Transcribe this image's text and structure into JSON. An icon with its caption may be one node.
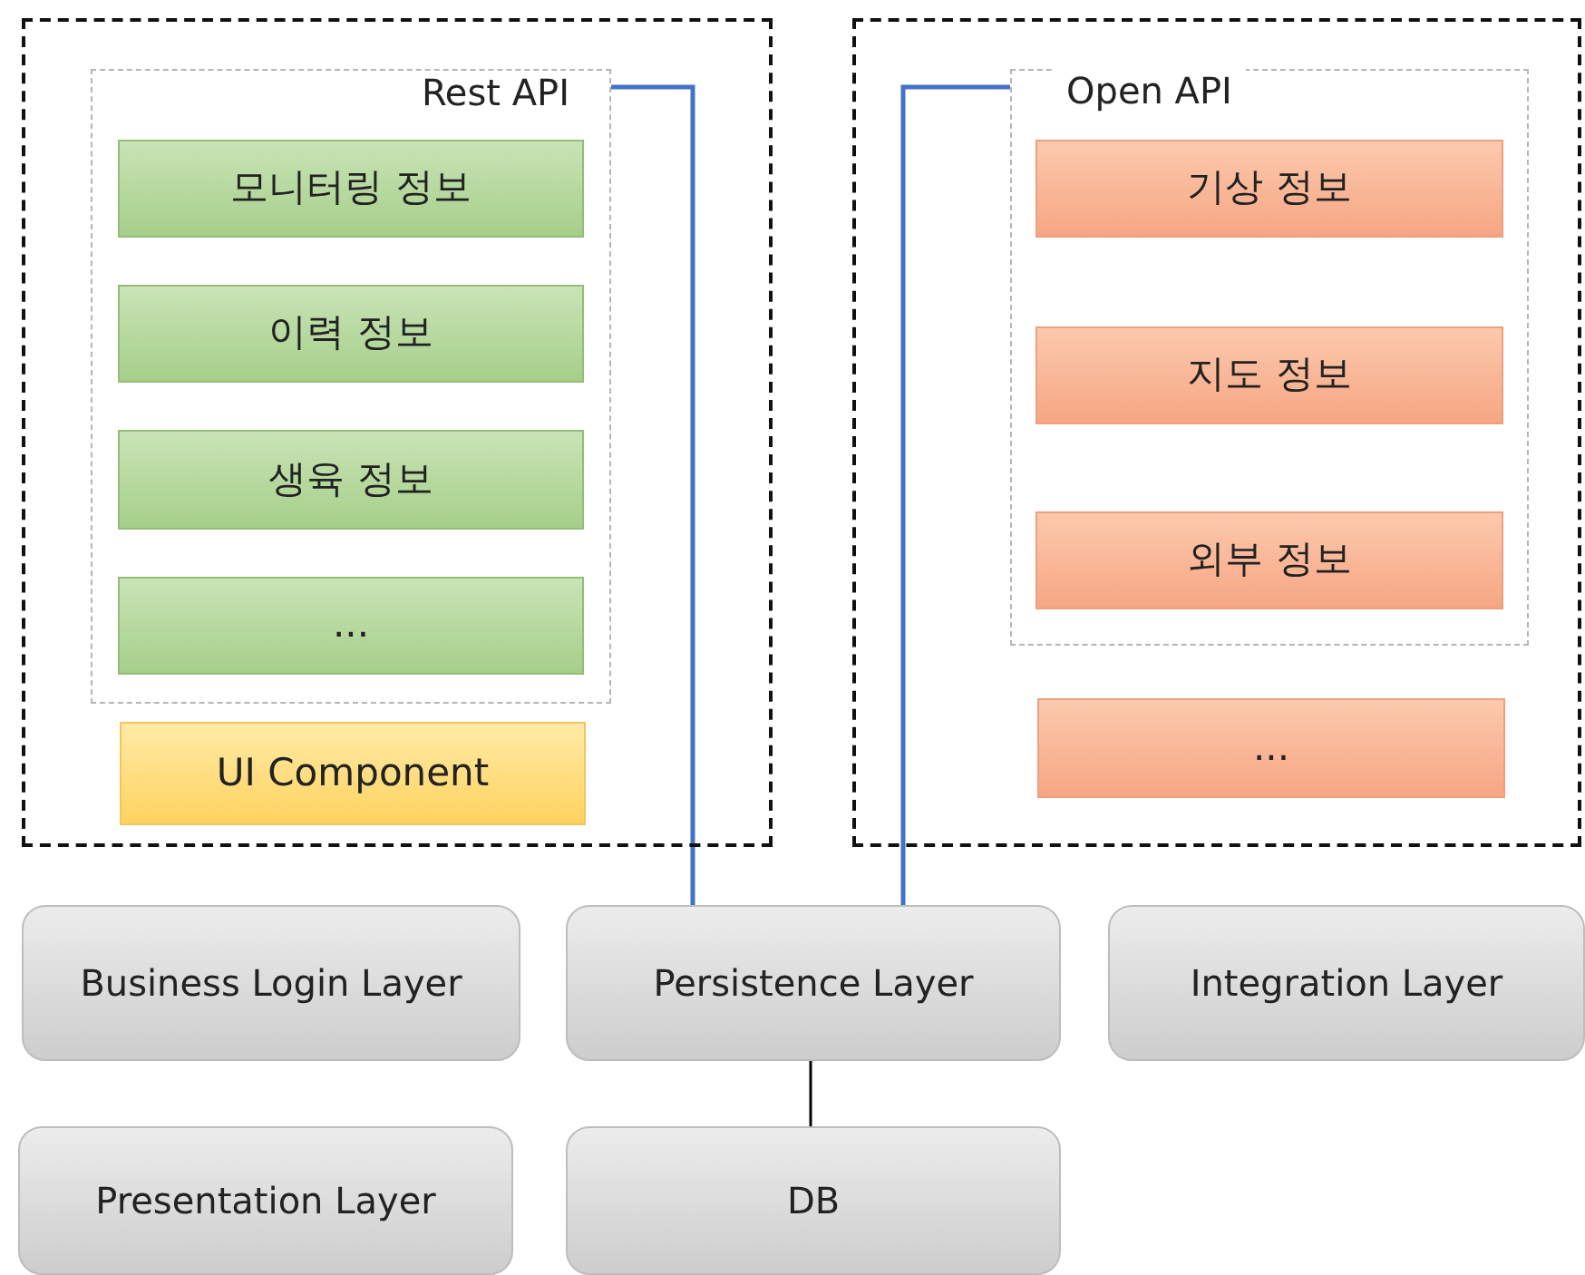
{
  "diagram": {
    "nodes": [
      {
        "text": [],
        "shape": "box"
      },
      {
        "text": [
          "Rest API"
        ],
        "in": 0
      },
      {
        "text": [
          "모니터링 정보"
        ],
        "in": 1
      },
      {
        "text": [
          "이력 정보"
        ],
        "in": 1
      },
      {
        "text": [
          "생육 정보"
        ],
        "in": 1
      },
      {
        "text": [
          "..."
        ],
        "in": 1
      },
      {
        "text": [
          "UI Component"
        ],
        "in": 0
      },
      {
        "text": [],
        "shape": "box"
      },
      {
        "text": [
          "Open API"
        ],
        "in": 7
      },
      {
        "text": [
          "기상 정보"
        ],
        "in": 8
      },
      {
        "text": [
          "지도 정보"
        ],
        "in": 8
      },
      {
        "text": [
          "외부 정보"
        ],
        "in": 8
      },
      {
        "text": [
          "..."
        ],
        "in": 7
      },
      {
        "text": [
          "Business Login Layer"
        ]
      },
      {
        "text": [
          "Persistence Layer"
        ]
      },
      {
        "text": [
          "Integration Layer"
        ]
      },
      {
        "text": [
          "Presentation Layer"
        ]
      },
      {
        "text": [
          "DB"
        ]
      }
    ],
    "edges": [
      {
        "from": 1,
        "to": 14,
        "arrow": "none"
      },
      {
        "from": 8,
        "to": 14,
        "arrow": "none"
      },
      {
        "from": 14,
        "to": 17,
        "arrow": "none",
        "color": "#000000"
      }
    ]
  }
}
